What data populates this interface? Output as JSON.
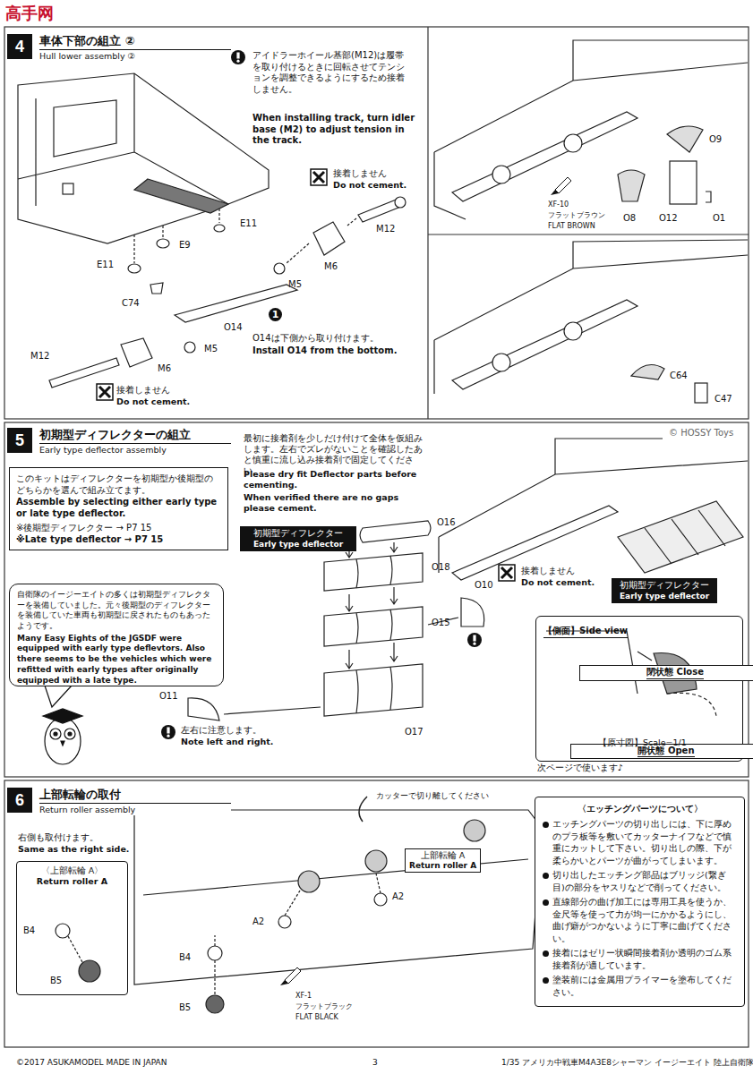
{
  "diagram": {
    "nodes": [
      {
        "text": [
          "4",
          "車体下部の組立 ②",
          "Hull lower assembly ②"
        ]
      },
      {
        "text": [
          "5",
          "初期型ディフレクターの組立",
          "Early type deflector assembly"
        ]
      },
      {
        "text": [
          "このキットはディフレクターを初期型か後期型のどちらかを選んで組み立てます。",
          "Assemble by selecting either early type or late type deflector.",
          "※後期型ディフレクター → P7 15",
          "※Late type deflector → P7 15"
        ]
      },
      {
        "text": [
          "自衛隊のイージーエイトの多くは初期型ディフレクターを装備していました。元々後期型のディフレクターを装備していた車両も初期型に戻されたものもあったようです。",
          "Many Easy Eights of the JGSDF were equipped with early type deflevtors. Also there seems to be the vehicles which were refitted with early types after originally equipped with a late type."
        ]
      },
      {
        "text": [
          "初期型ディフレクター",
          "Early type deflector"
        ]
      },
      {
        "text": [
          "初期型ディフレクター",
          "Early type deflector"
        ]
      },
      {
        "text": [
          "【側面】Side view"
        ]
      },
      {
        "text": [
          "閉状態 Close"
        ],
        "in": 6
      },
      {
        "text": [
          "開状態 Open"
        ],
        "in": 6
      },
      {
        "text": [
          "6",
          "上部転輪の取付",
          "Return roller assembly"
        ]
      },
      {
        "text": [
          "〈上部転輪 A〉",
          "Return roller A"
        ]
      },
      {
        "text": [
          "上部転輪 A",
          "Return roller A"
        ]
      },
      {
        "text": [
          "〈エッチングパーツについて〉",
          "エッチングパーツの切り出しには、下に厚めのプラ板等を敷いてカッターナイフなどで慎重にカットして下さい。切り出しの際、下が柔らかいとパーツが曲がってしまいます。",
          "切り出したエッチング部品はブリッジ(繋ぎ目)の部分をヤスリなどで削ってください。",
          "直線部分の曲げ加工には専用工具を使うか、金尺等を使って力が均一にかかるようにし、曲げ癖がつかないように丁寧に曲げてください。",
          "接着にはゼリー状瞬間接着剤か透明のゴム系接着剤が適しています。",
          "塗装前には金属用プライマーを塗布してください。"
        ]
      }
    ],
    "labels": [
      "高手网",
      "アイドラーホイール基部(M12)は履帯を取り付けるときに回転させてテンションを調整できるようにするため接着しません。",
      "When installing track, turn idler base (M2) to adjust tension in the track.",
      "接着しません",
      "Do not cement.",
      "M12",
      "M6",
      "M5",
      "E11",
      "E9",
      "E11",
      "C74",
      "O14",
      "1",
      "M5",
      "M6",
      "M12",
      "接着しません",
      "Do not cement.",
      "O14は下側から取り付けます。",
      "Install O14 from the bottom.",
      "O9",
      "O8",
      "O12",
      "O1",
      "XF-10",
      "フラットブラウン",
      "FLAT BROWN",
      "C64",
      "C47",
      "最初に接着剤を少しだけ付けて全体を仮組みします。左右でズレがないことを確認したあと慎重に流し込み接着剤で固定してください。",
      "Please dry fit Deflector parts before cementing.",
      "When verified there are no gaps please cement.",
      "O16",
      "O18",
      "O15",
      "O10",
      "O11",
      "O17",
      "左右に注意します。",
      "Note left and right.",
      "接着しません",
      "Do not cement.",
      "【原寸図】Scale=1/1",
      "右側も取付けます。",
      "Same as the right side.",
      "B4",
      "B5",
      "A2",
      "A2",
      "B4",
      "B5",
      "XF-1",
      "フラットブラック",
      "FLAT BLACK",
      "カッターで切り離してください",
      "次ページで使います♪",
      "©2017 ASUKAMODEL MADE IN JAPAN",
      "3",
      "1/35 アメリカ中戦車M4A3E8シャーマン イージーエイト 陸上自衛隊",
      "© HOSSY Toys"
    ]
  }
}
